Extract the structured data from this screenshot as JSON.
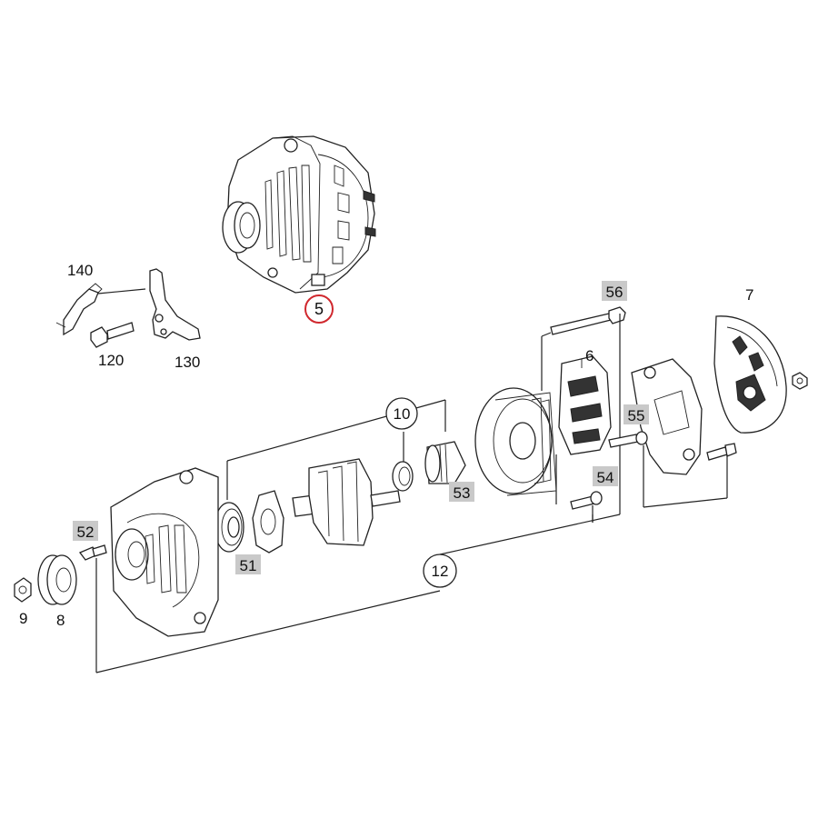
{
  "diagram": {
    "labels": {
      "p5": "5",
      "p6": "6",
      "p7": "7",
      "p8": "8",
      "p9": "9",
      "p10": "10",
      "p12": "12",
      "p51": "51",
      "p52": "52",
      "p53": "53",
      "p54": "54",
      "p55": "55",
      "p56": "56",
      "p120": "120",
      "p130": "130",
      "p140": "140"
    },
    "colors": {
      "highlight_circle": "#d0282e",
      "highlight_box": "#c9c9c9",
      "line": "#222222"
    },
    "highlighted_part": "5"
  }
}
